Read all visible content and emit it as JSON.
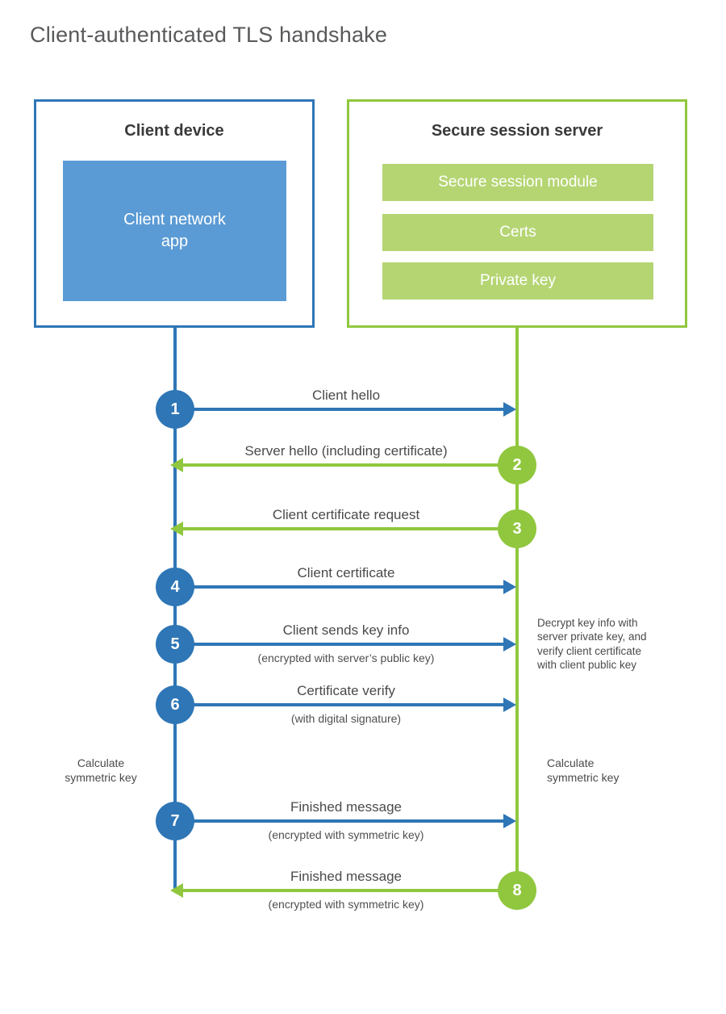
{
  "title": "Client-authenticated TLS handshake",
  "colors": {
    "blue": "#2e76b6",
    "blue_fill": "#5b9bd5",
    "green": "#90c73e",
    "green_fill": "#b5d573",
    "text_dark": "#3a3a3a",
    "text_label": "#4a4a4a",
    "title_gray": "#58595b"
  },
  "client_box": {
    "title": "Client device",
    "inner_lines": [
      "Client network",
      "app"
    ]
  },
  "server_box": {
    "title": "Secure session server",
    "modules": [
      "Secure session module",
      "Certs",
      "Private key"
    ]
  },
  "steps": [
    {
      "num": "1",
      "from": "client",
      "label": "Client hello",
      "sub": ""
    },
    {
      "num": "2",
      "from": "server",
      "label": "Server hello (including certificate)",
      "sub": ""
    },
    {
      "num": "3",
      "from": "server",
      "label": "Client certificate request",
      "sub": ""
    },
    {
      "num": "4",
      "from": "client",
      "label": "Client certificate",
      "sub": ""
    },
    {
      "num": "5",
      "from": "client",
      "label": "Client sends key info",
      "sub": "(encrypted with server’s public key)"
    },
    {
      "num": "6",
      "from": "client",
      "label": "Certificate verify",
      "sub": "(with digital signature)"
    },
    {
      "num": "7",
      "from": "client",
      "label": "Finished message",
      "sub": "(encrypted with symmetric key)"
    },
    {
      "num": "8",
      "from": "server",
      "label": "Finished message",
      "sub": "(encrypted with symmetric key)"
    }
  ],
  "notes": {
    "decrypt": [
      "Decrypt key info with",
      "server private key, and",
      "verify client certificate",
      "with client public key"
    ],
    "calc_client": [
      "Calculate",
      "symmetric key"
    ],
    "calc_server": [
      "Calculate",
      "symmetric key"
    ]
  }
}
